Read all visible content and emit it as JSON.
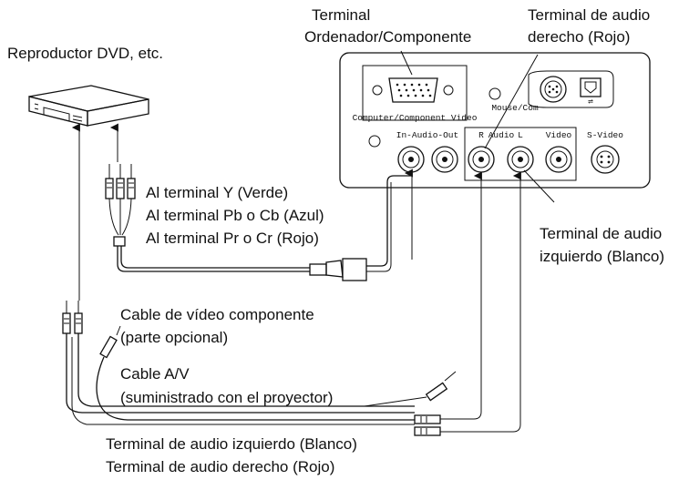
{
  "labels": {
    "dvd": "Reproductor DVD, etc.",
    "terminal_top_1": "Terminal",
    "terminal_top_2": "Ordenador/Componente",
    "audio_right_1": "Terminal de audio",
    "audio_right_2": "derecho (Rojo)",
    "y_green": "Al terminal Y (Verde)",
    "pb_blue": "Al terminal Pb o Cb (Azul)",
    "pr_red": "Al terminal Pr o Cr (Rojo)",
    "audio_left_1": "Terminal de audio",
    "audio_left_2": "izquierdo (Blanco)",
    "component_cable_1": "Cable de vídeo componente",
    "component_cable_2": "(parte opcional)",
    "av_cable_1": "Cable A/V",
    "av_cable_2": "(suministrado con el proyector)",
    "bottom_left": "Terminal de audio izquierdo (Blanco)",
    "bottom_right": "Terminal de audio derecho (Rojo)"
  },
  "panel": {
    "computer_component_video": "Computer/Component Video",
    "mouse_com": "Mouse/Com",
    "in_audio_out": "In-Audio-Out",
    "r": "R",
    "audio": "Audio",
    "l": "L",
    "video": "Video",
    "s_video": "S-Video"
  }
}
